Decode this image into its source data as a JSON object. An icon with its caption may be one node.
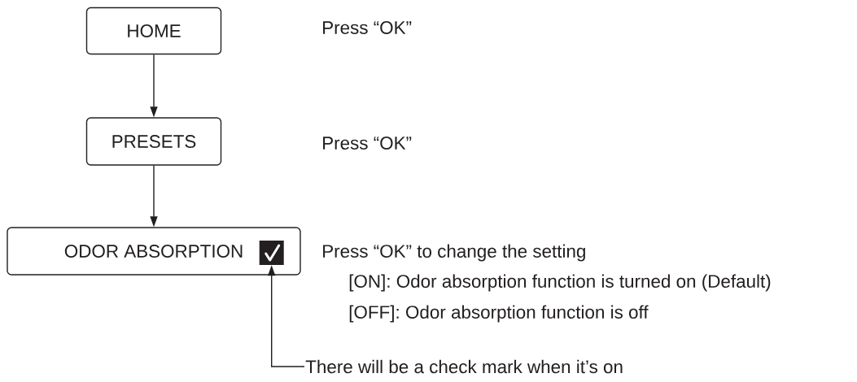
{
  "diagram": {
    "nodes": [
      {
        "text": [
          "HOME"
        ]
      },
      {
        "text": [
          "PRESETS"
        ]
      },
      {
        "text": [
          "ODOR ABSORPTION"
        ],
        "beside": [
          "Press “OK” to change the setting",
          "[ON]: Odor absorption function is turned on (Default)",
          "[OFF]: Odor absorption function is off"
        ]
      },
      {
        "text": [],
        "shape": "box",
        "in": 2
      },
      {
        "text": [
          "There will be a check mark when it’s on"
        ]
      }
    ],
    "edges": [
      {
        "from": 0,
        "to": 1,
        "arrow": "to"
      },
      {
        "from": 1,
        "to": 2,
        "arrow": "to"
      },
      {
        "from": 4,
        "to": 3,
        "arrow": "to"
      }
    ],
    "labels": [
      "Press “OK”",
      "Press “OK”"
    ]
  }
}
